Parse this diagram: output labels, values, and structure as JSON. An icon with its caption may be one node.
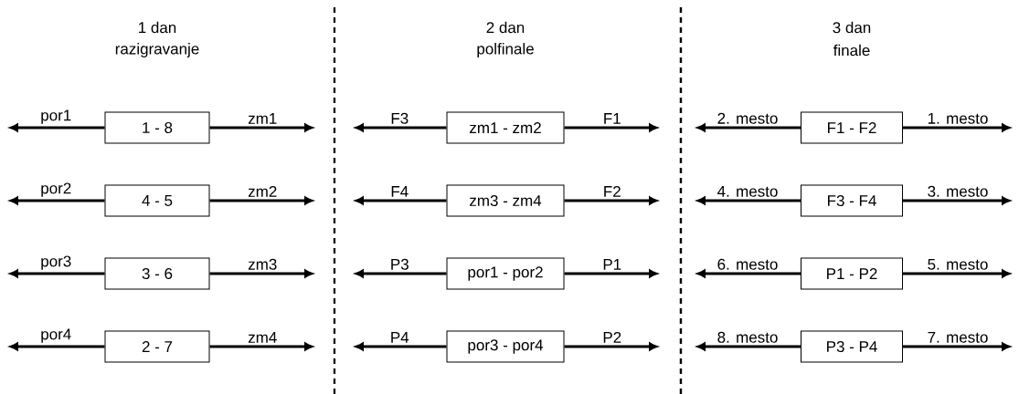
{
  "diagram": {
    "nodes": [
      {
        "text": [
          "1 - 8"
        ]
      },
      {
        "text": [
          "4 - 5"
        ]
      },
      {
        "text": [
          "3 - 6"
        ]
      },
      {
        "text": [
          "2 - 7"
        ]
      },
      {
        "text": [
          "zm1 - zm2"
        ]
      },
      {
        "text": [
          "zm3 - zm4"
        ]
      },
      {
        "text": [
          "por1 - por2"
        ]
      },
      {
        "text": [
          "por3 - por4"
        ]
      },
      {
        "text": [
          "F1 - F2"
        ]
      },
      {
        "text": [
          "F3 - F4"
        ]
      },
      {
        "text": [
          "P1 - P2"
        ]
      },
      {
        "text": [
          "P3 - P4"
        ]
      }
    ],
    "edges": [
      {
        "from": 0,
        "to": null,
        "arrow": "to",
        "label": "por1"
      },
      {
        "from": 0,
        "to": null,
        "arrow": "to",
        "label": "zm1"
      },
      {
        "from": 1,
        "to": null,
        "arrow": "to",
        "label": "por2"
      },
      {
        "from": 1,
        "to": null,
        "arrow": "to",
        "label": "zm2"
      },
      {
        "from": 2,
        "to": null,
        "arrow": "to",
        "label": "por3"
      },
      {
        "from": 2,
        "to": null,
        "arrow": "to",
        "label": "zm3"
      },
      {
        "from": 3,
        "to": null,
        "arrow": "to",
        "label": "por4"
      },
      {
        "from": 3,
        "to": null,
        "arrow": "to",
        "label": "zm4"
      },
      {
        "from": 4,
        "to": null,
        "arrow": "to",
        "label": "F3"
      },
      {
        "from": 4,
        "to": null,
        "arrow": "to",
        "label": "F1"
      },
      {
        "from": 5,
        "to": null,
        "arrow": "to",
        "label": "F4"
      },
      {
        "from": 5,
        "to": null,
        "arrow": "to",
        "label": "F2"
      },
      {
        "from": 6,
        "to": null,
        "arrow": "to",
        "label": "P3"
      },
      {
        "from": 6,
        "to": null,
        "arrow": "to",
        "label": "P1"
      },
      {
        "from": 7,
        "to": null,
        "arrow": "to",
        "label": "P4"
      },
      {
        "from": 7,
        "to": null,
        "arrow": "to",
        "label": "P2"
      },
      {
        "from": 8,
        "to": null,
        "arrow": "to",
        "label": "2. mesto"
      },
      {
        "from": 8,
        "to": null,
        "arrow": "to",
        "label": "1. mesto"
      },
      {
        "from": 9,
        "to": null,
        "arrow": "to",
        "label": "4. mesto"
      },
      {
        "from": 9,
        "to": null,
        "arrow": "to",
        "label": "3. mesto"
      },
      {
        "from": 10,
        "to": null,
        "arrow": "to",
        "label": "6. mesto"
      },
      {
        "from": 10,
        "to": null,
        "arrow": "to",
        "label": "5. mesto"
      },
      {
        "from": 11,
        "to": null,
        "arrow": "to",
        "label": "8. mesto"
      },
      {
        "from": 11,
        "to": null,
        "arrow": "to",
        "label": "7. mesto"
      }
    ],
    "labels": [
      "1 dan",
      "2 dan",
      "3 dan",
      "razigravanje",
      "polfinale",
      "finale"
    ]
  }
}
